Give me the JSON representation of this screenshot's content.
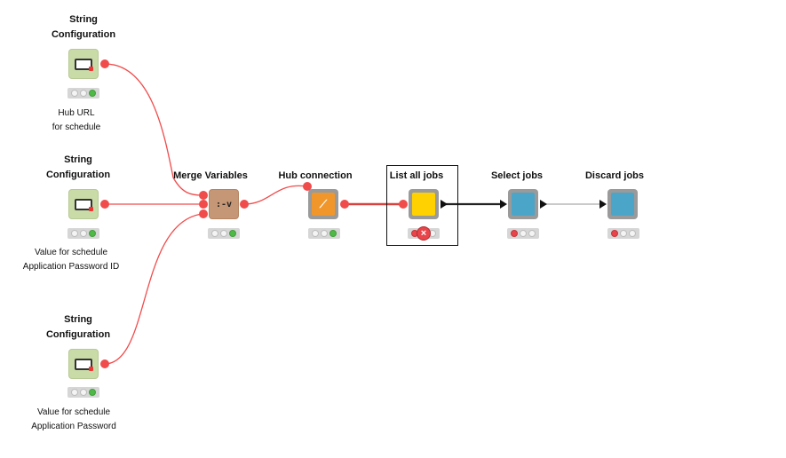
{
  "nodes": {
    "string_config_1": {
      "title_line1": "String",
      "title_line2": "Configuration",
      "label_line1": "Hub URL",
      "label_line2": "for schedule",
      "icon": "string-config-icon"
    },
    "string_config_2": {
      "title_line1": "String",
      "title_line2": "Configuration",
      "label_line1": "Value for schedule",
      "label_line2": "Application Password ID",
      "icon": "string-config-icon"
    },
    "string_config_3": {
      "title_line1": "String",
      "title_line2": "Configuration",
      "label_line1": "Value for schedule",
      "label_line2": "Application Password",
      "icon": "string-config-icon"
    },
    "merge_variables": {
      "title": "Merge Variables",
      "icon": "merge-variables-icon"
    },
    "hub_connection": {
      "title": "Hub connection",
      "icon": "connection-icon"
    },
    "list_all_jobs": {
      "title": "List all jobs",
      "icon": "source-node-icon",
      "status": "error"
    },
    "select_jobs": {
      "title": "Select jobs",
      "icon": "filter-node-icon"
    },
    "discard_jobs": {
      "title": "Discard jobs",
      "icon": "filter-node-icon"
    }
  },
  "colors": {
    "variable_connection": "#f04c4c",
    "data_connection": "#111111",
    "config_node": "#c9dba7",
    "manipulator_node": "#c69776",
    "connector_node": "#f0962b",
    "source_node": "#ffd100",
    "filter_node": "#4ba5c8"
  }
}
